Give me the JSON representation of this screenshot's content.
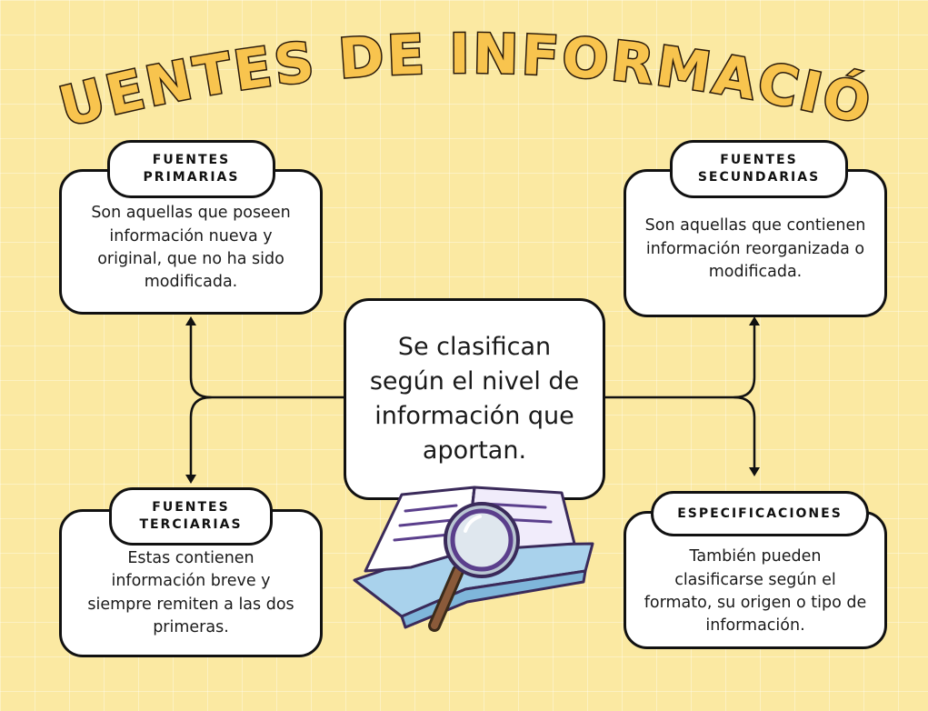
{
  "title": "FUENTES DE INFORMACIÓN",
  "center_text": "Se clasifican según el nivel de información que aportan.",
  "cards": {
    "primarias": {
      "label_line1": "FUENTES",
      "label_line2": "PRIMARIAS",
      "text": "Son aquellas que poseen información nueva y original, que no ha sido modificada."
    },
    "secundarias": {
      "label_line1": "FUENTES",
      "label_line2": "SECUNDARIAS",
      "text": "Son aquellas que contienen información reorganizada o modificada."
    },
    "terciarias": {
      "label_line1": "FUENTES",
      "label_line2": "TERCIARIAS",
      "text": "Estas contienen información breve y siempre remiten a las dos primeras."
    },
    "especificaciones": {
      "label_line1": "ESPECIFICACIONES",
      "text": "También pueden clasificarse según el formato, su origen o tipo de información."
    }
  },
  "colors": {
    "background": "#fbe9a2",
    "title_fill": "#f8c44e",
    "title_stroke": "#2a1a0a",
    "book_blue": "#a9d2ec",
    "book_purple": "#5b3f8c",
    "magnifier_brown": "#8a5a3a"
  },
  "icons": [
    "open-book-icon",
    "magnifying-glass-icon",
    "arrow-up-icon",
    "arrow-down-icon"
  ]
}
